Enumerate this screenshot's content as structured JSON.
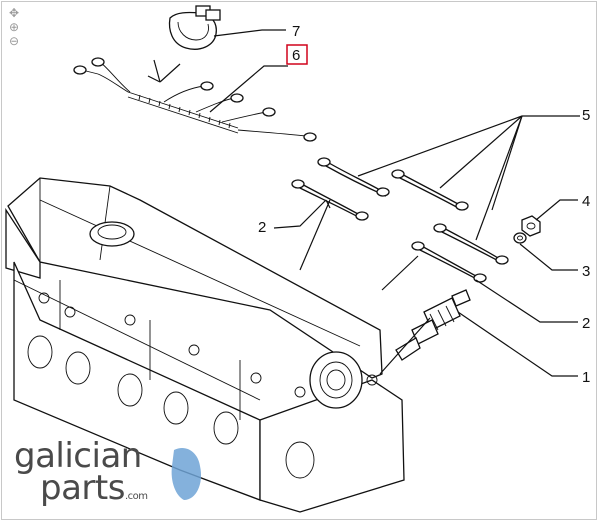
{
  "toolbar": {
    "icons": [
      "move-icon",
      "zoom-in-icon",
      "zoom-out-icon"
    ]
  },
  "callouts": [
    {
      "id": "c7",
      "label": "7",
      "highlighted": false
    },
    {
      "id": "c6",
      "label": "6",
      "highlighted": true
    },
    {
      "id": "c5",
      "label": "5",
      "highlighted": false
    },
    {
      "id": "c2a",
      "label": "2",
      "highlighted": false
    },
    {
      "id": "c4",
      "label": "4",
      "highlighted": false
    },
    {
      "id": "c3",
      "label": "3",
      "highlighted": false
    },
    {
      "id": "c2b",
      "label": "2",
      "highlighted": false
    },
    {
      "id": "c1",
      "label": "1",
      "highlighted": false
    }
  ],
  "logo": {
    "word1": "galician",
    "word2": "parts",
    "domain": ".com"
  },
  "colors": {
    "highlight": "#d0021b",
    "line": "#111111",
    "logo_text": "#4a4a4a",
    "logo_accent": "#6fa3d6"
  }
}
